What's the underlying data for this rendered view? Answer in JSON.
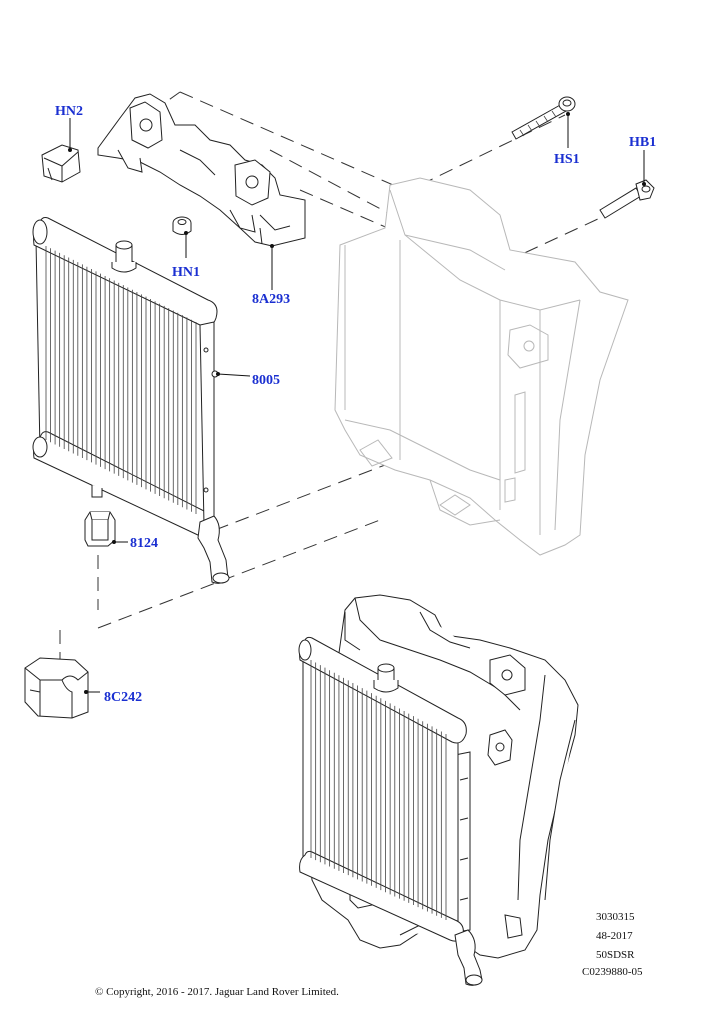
{
  "callouts": {
    "hn2": "HN2",
    "hn1": "HN1",
    "a8a293": "8A293",
    "hs1": "HS1",
    "hb1": "HB1",
    "n8005": "8005",
    "n8124": "8124",
    "c8c242": "8C242"
  },
  "reference_block": {
    "line1": "3030315",
    "line2": "48-2017",
    "line3": "50SDSR",
    "line4": "C0239880-05"
  },
  "copyright": "© Copyright, 2016 - 2017. Jaguar Land Rover Limited.",
  "colors": {
    "callout": "#1a2fd1",
    "line": "#222222",
    "ghost": "#b8b8b8"
  }
}
